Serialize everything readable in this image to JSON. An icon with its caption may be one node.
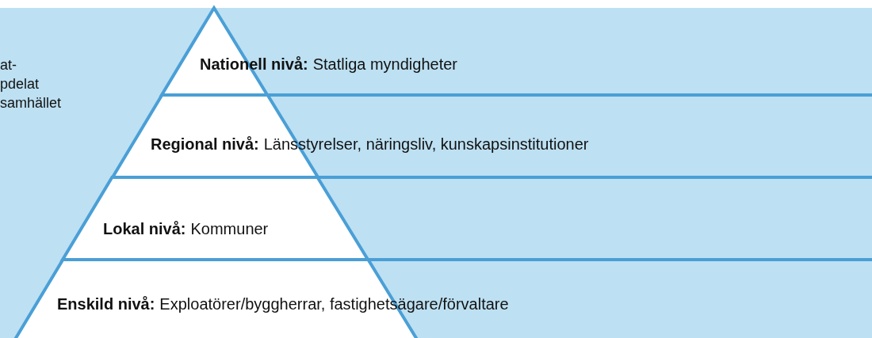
{
  "diagram": {
    "nodes": [
      {
        "text": [
          "Nationell nivå:",
          "Statliga myndigheter"
        ]
      },
      {
        "text": [
          "Regional nivå:",
          "Länsstyrelser, näringsliv, kunskapsinstitutioner"
        ]
      },
      {
        "text": [
          "Lokal nivå:",
          "Kommuner"
        ]
      },
      {
        "text": [
          "Enskild nivå:",
          "Exploatörer/byggherrar, fastighetsägare/förvaltare"
        ]
      }
    ],
    "labels": [
      "at- pdelat samhället"
    ]
  }
}
